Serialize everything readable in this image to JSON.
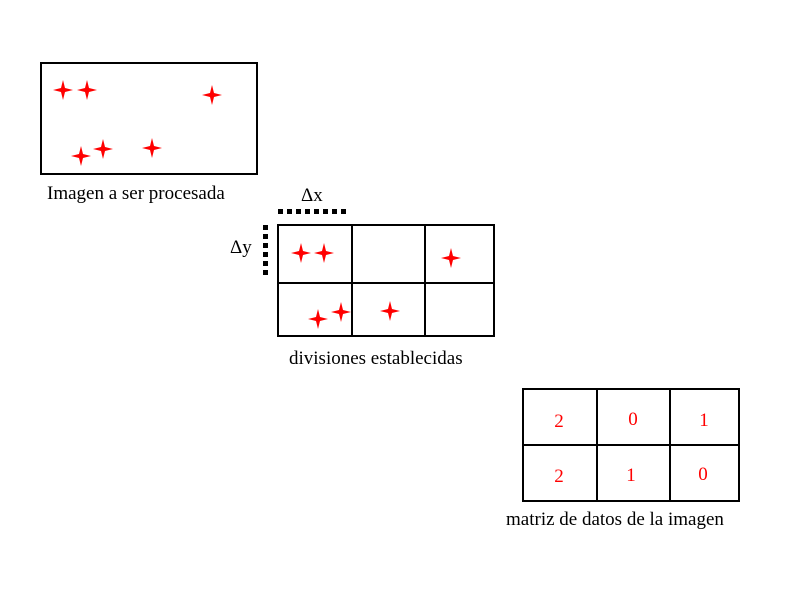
{
  "colors": {
    "star": "#ff0000",
    "matrix_value": "#ff0000",
    "line": "#000000"
  },
  "panel_image": {
    "caption": "Imagen a ser procesada",
    "star_count": 6
  },
  "panel_divisions": {
    "caption": "divisiones establecidas",
    "delta_x_label": "Δx",
    "delta_y_label": "Δy",
    "rows": 2,
    "cols": 3
  },
  "panel_matrix": {
    "caption": "matriz de datos de la imagen",
    "values": [
      [
        "2",
        "0",
        "1"
      ],
      [
        "2",
        "1",
        "0"
      ]
    ]
  }
}
